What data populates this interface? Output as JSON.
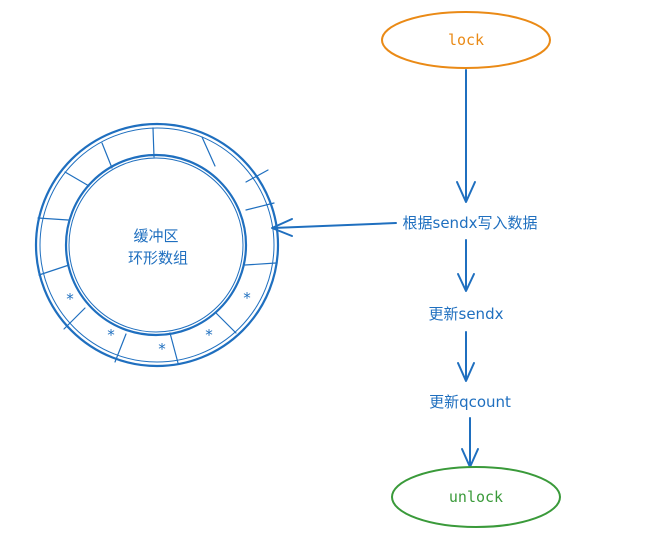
{
  "nodes": {
    "lock": {
      "label": "lock",
      "color": "#ea8a16"
    },
    "unlock": {
      "label": "unlock",
      "color": "#3a9a3a"
    }
  },
  "ring": {
    "line1": "缓冲区",
    "line2": "环形数组",
    "color": "#1f6fbf",
    "filled_slot_marker": "*"
  },
  "steps": {
    "write": "根据sendx写入数据",
    "update_sendx": "更新sendx",
    "update_qcount": "更新qcount"
  },
  "colors": {
    "flow": "#1f6fbf"
  }
}
